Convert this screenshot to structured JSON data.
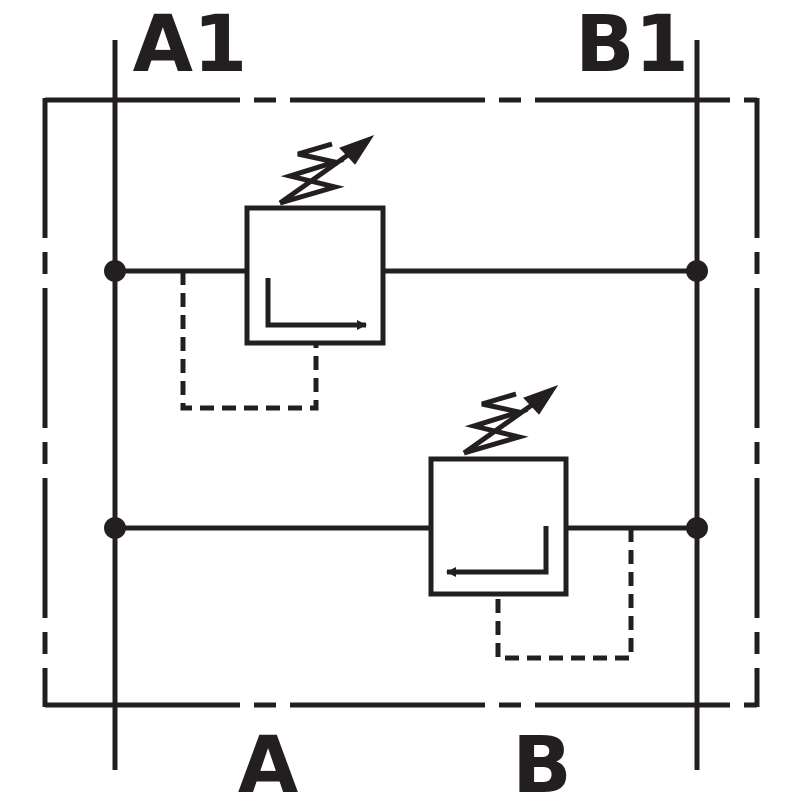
{
  "colors": {
    "line": "#231f20",
    "background": "#ffffff"
  },
  "ports": {
    "a1": "A1",
    "b1": "B1",
    "a": "A",
    "b": "B"
  }
}
